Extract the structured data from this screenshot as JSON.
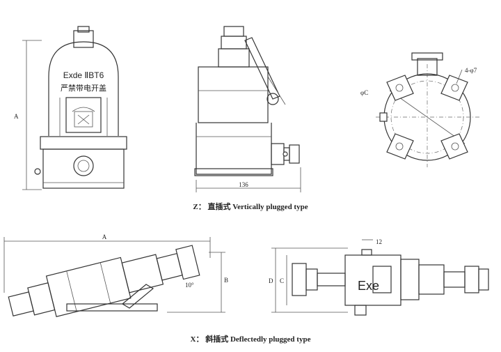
{
  "front_view": {
    "marking": "Exde ⅡBT6",
    "warning": "严禁带电开盖",
    "dim_height": "A"
  },
  "side_view": {
    "dim_width": "136"
  },
  "top_view": {
    "dim_holes": "4-φ7",
    "dim_circle": "φC"
  },
  "caption_vertical": "Z： 直插式 Vertically plugged type",
  "deflected_view": {
    "dim_length": "A",
    "dim_height": "B",
    "dim_angle": "10°"
  },
  "plan_view": {
    "dim_12": "12",
    "dim_d": "D",
    "dim_c": "C",
    "body_label": "Exe"
  },
  "caption_deflected": "X： 斜插式 Deflectedly plugged type"
}
